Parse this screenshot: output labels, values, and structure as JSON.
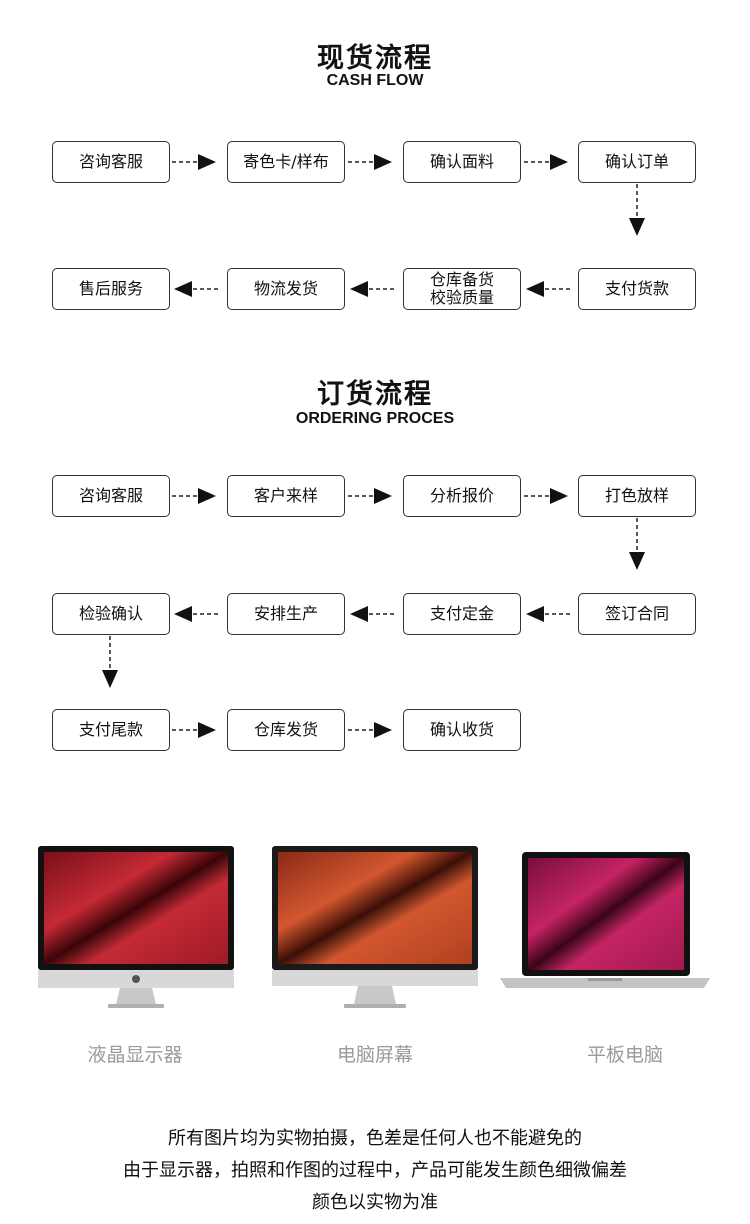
{
  "cash_flow": {
    "title": "现货流程",
    "subtitle": "CASH FLOW",
    "row1": [
      "咨询客服",
      "寄色卡/样布",
      "确认面料",
      "确认订单"
    ],
    "row2": [
      "售后服务",
      "物流发货",
      "仓库备货",
      "校验质量",
      "支付货款"
    ]
  },
  "ordering": {
    "title": "订货流程",
    "subtitle": "ORDERING PROCES",
    "row1": [
      "咨询客服",
      "客户来样",
      "分析报价",
      "打色放样"
    ],
    "row2": [
      "检验确认",
      "安排生产",
      "支付定金",
      "签订合同"
    ],
    "row3": [
      "支付尾款",
      "仓库发货",
      "确认收货"
    ]
  },
  "devices": {
    "lcd": "液晶显示器",
    "pc": "电脑屏幕",
    "tablet": "平板电脑",
    "screen_colors": [
      "#b8232e",
      "#c4492a",
      "#b81e55"
    ]
  },
  "note": {
    "line1": "所有图片均为实物拍摄，色差是任何人也不能避免的",
    "line2": "由于显示器，拍照和作图的过程中，产品可能发生颜色细微偏差",
    "line3": "颜色以实物为准"
  }
}
